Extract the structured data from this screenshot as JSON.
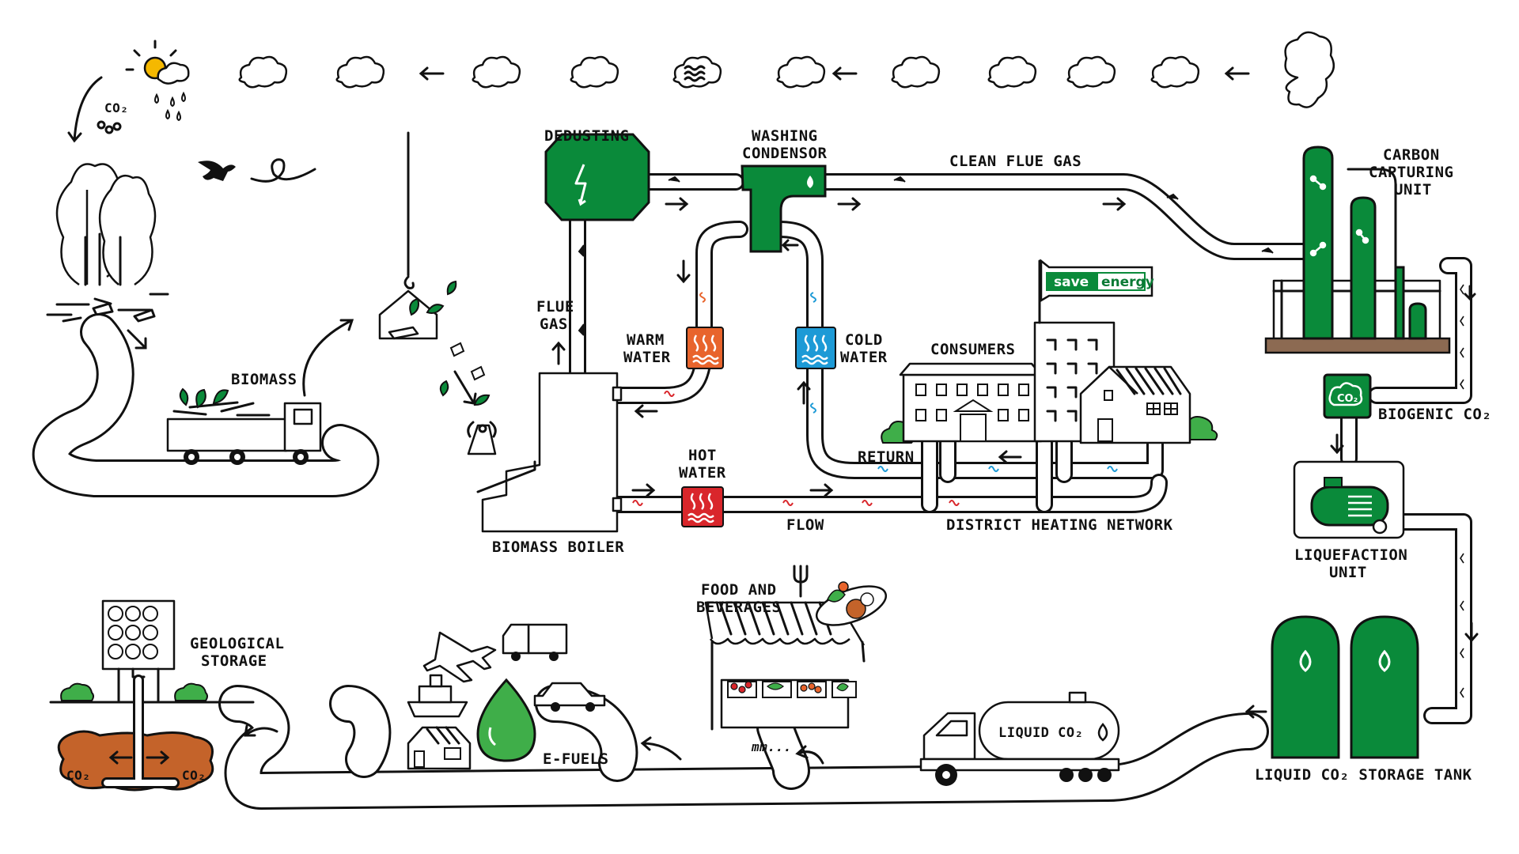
{
  "labels": {
    "dedusting": "DEDUSTING",
    "washing_condensor_1": "WASHING",
    "washing_condensor_2": "CONDENSOR",
    "clean_flue_gas": "CLEAN FLUE GAS",
    "carbon_capturing_1": "CARBON",
    "carbon_capturing_2": "CAPTURING",
    "carbon_capturing_3": "UNIT",
    "flue_gas_1": "FLUE",
    "flue_gas_2": "GAS",
    "warm_water_1": "WARM",
    "warm_water_2": "WATER",
    "cold_water_1": "COLD",
    "cold_water_2": "WATER",
    "hot_water_1": "HOT",
    "hot_water_2": "WATER",
    "consumers": "CONSUMERS",
    "return": "RETURN",
    "flow": "FLOW",
    "district_heating_network": "DISTRICT HEATING NETWORK",
    "biomass_boiler": "BIOMASS BOILER",
    "biomass": "BIOMASS",
    "biogenic_co2": "BIOGENIC CO₂",
    "liquefaction_1": "LIQUEFACTION",
    "liquefaction_2": "UNIT",
    "liquid_co2_storage_tank": "LIQUID CO₂ STORAGE TANK",
    "liquid_co2": "LIQUID CO₂",
    "food_1": "FOOD AND",
    "food_2": "BEVERAGES",
    "efuels": "E-FUELS",
    "geological_1": "GEOLOGICAL",
    "geological_2": "STORAGE",
    "co2_sky": "CO₂",
    "co2_left": "CO₂",
    "co2_right": "CO₂",
    "co2_badge": "CO₂",
    "flag_save": "save",
    "flag_energy": "energy",
    "market_sign": "mm..."
  },
  "colors": {
    "green": "#0a8a3a",
    "hot_red": "#d9262b",
    "warm_orange": "#e8642c",
    "cold_blue": "#1d9ad6",
    "soil_brown": "#c4632a",
    "sun_yellow": "#f5b800",
    "ink": "#111111"
  }
}
